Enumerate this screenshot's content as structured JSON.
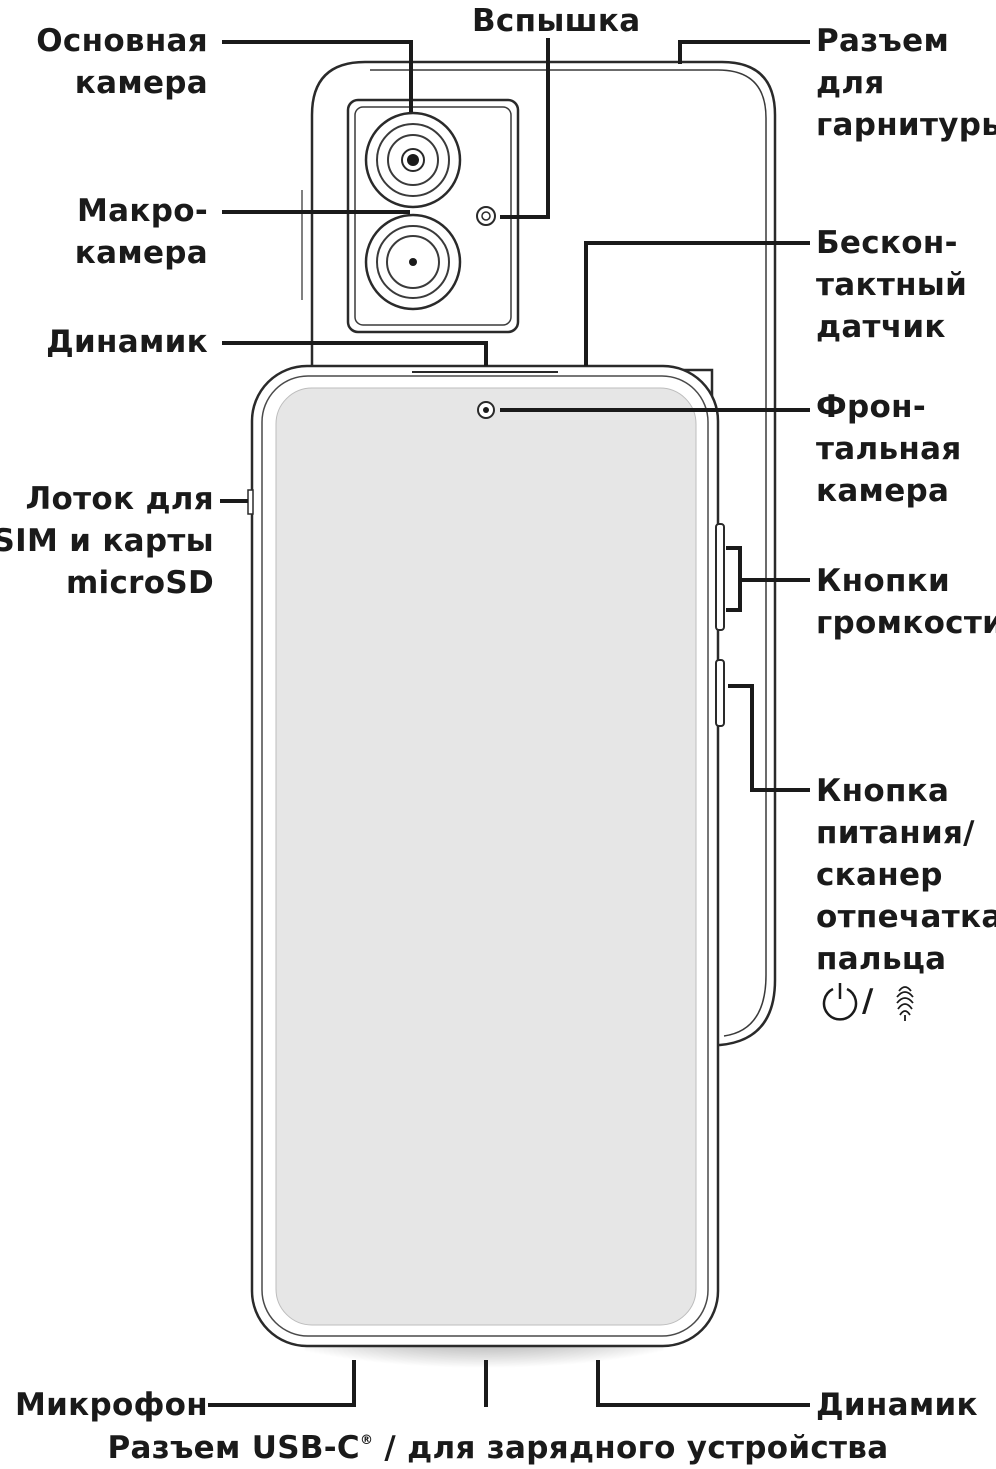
{
  "labels": {
    "main_camera": [
      "Основная",
      "камера"
    ],
    "flash": [
      "Вспышка"
    ],
    "headset_jack": [
      "Разъем",
      "для",
      "гарнитуры"
    ],
    "macro_camera": [
      "Макро-",
      "камера"
    ],
    "proximity_sensor": [
      "Бескон-",
      "тактный",
      "датчик"
    ],
    "speaker_top": [
      "Динамик"
    ],
    "front_camera": [
      "Фрон-",
      "тальная",
      "камера"
    ],
    "sim_tray": [
      "Лоток для",
      "SIM и карты",
      "microSD"
    ],
    "volume_buttons": [
      "Кнопки",
      "громкости"
    ],
    "power_button": [
      "Кнопка",
      "питания/",
      "сканер",
      "отпечатка",
      "пальца"
    ],
    "microphone": [
      "Микрофон"
    ],
    "speaker_bottom": [
      "Динамик"
    ],
    "usb_port": {
      "prefix": "Разъем USB-C",
      "reg_mark": "®",
      "suffix": " / для зарядного устройства"
    },
    "power_symbol_sep": "/"
  },
  "icons": {
    "power": "power-icon",
    "fingerprint": "fingerprint-icon"
  },
  "colors": {
    "line": "#1a1a1a",
    "screen": "#e6e6e6",
    "body": "#ffffff"
  }
}
